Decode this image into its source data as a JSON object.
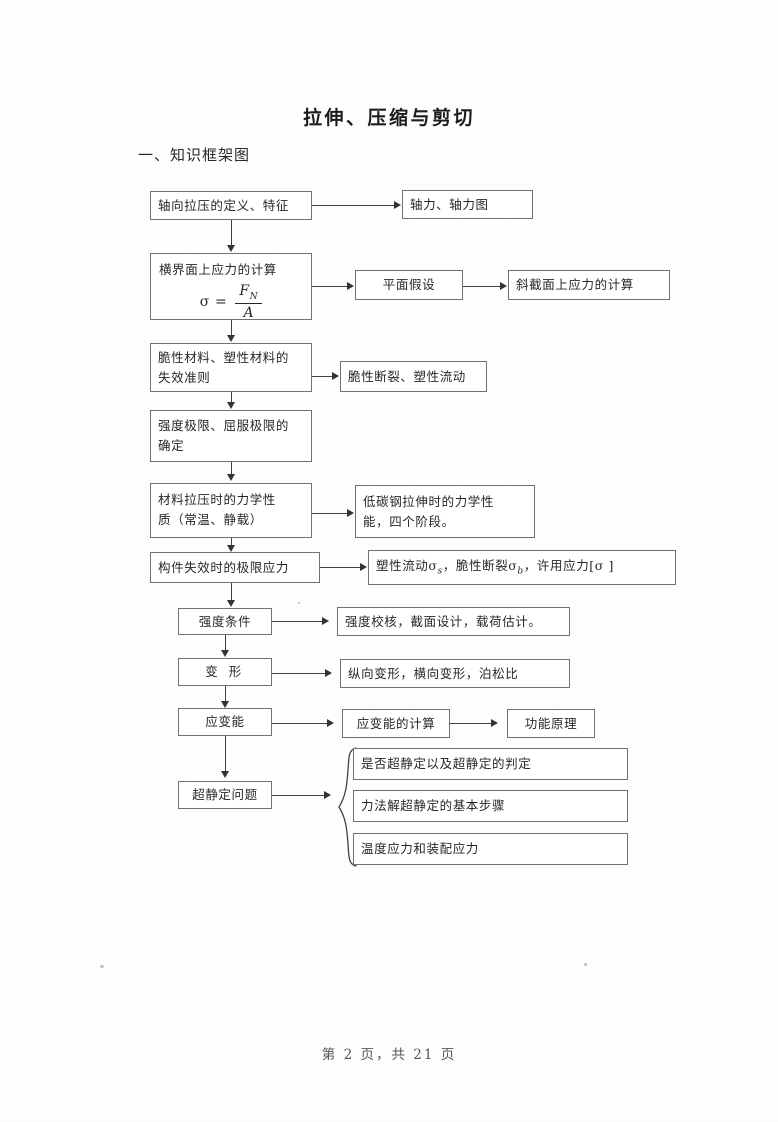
{
  "document": {
    "title": "拉伸、压缩与剪切",
    "section_heading": "一、知识框架图",
    "footer": "第 2 页，共 21 页"
  },
  "flowchart": {
    "nodes": [
      {
        "id": "n1",
        "label": "轴向拉压的定义、特征"
      },
      {
        "id": "n2",
        "label": "轴力、轴力图"
      },
      {
        "id": "n3",
        "label": "横界面上应力的计算",
        "formula": {
          "lhs": "σ",
          "eq": "=",
          "numerator": "F",
          "numerator_sub": "N",
          "denominator": "A"
        }
      },
      {
        "id": "n4",
        "label": "平面假设"
      },
      {
        "id": "n5",
        "label": "斜截面上应力的计算"
      },
      {
        "id": "n6",
        "line1": "脆性材料、塑性材料的",
        "line2": "失效准则"
      },
      {
        "id": "n7",
        "label": "脆性断裂、塑性流动"
      },
      {
        "id": "n8",
        "line1": "强度极限、屈服极限的",
        "line2": "确定"
      },
      {
        "id": "n9",
        "line1": "材料拉压时的力学性",
        "line2": "质（常温、静载）"
      },
      {
        "id": "n10",
        "line1": "低碳钢拉伸时的力学性",
        "line2": "能，四个阶段。"
      },
      {
        "id": "n11",
        "label": "构件失效时的极限应力"
      },
      {
        "id": "n12",
        "label": "塑性流动σ s ，脆性断裂σ b ，许用应力[σ ]",
        "parts": [
          "塑性流动",
          "σ",
          "s",
          "，脆性断裂",
          "σ",
          "b",
          "，许用应力[σ ]"
        ]
      },
      {
        "id": "n13",
        "label": "强度条件"
      },
      {
        "id": "n14",
        "label": "强度校核，截面设计，载荷估计。"
      },
      {
        "id": "n15",
        "label": "变 形"
      },
      {
        "id": "n16",
        "label": "纵向变形，横向变形，泊松比"
      },
      {
        "id": "n17",
        "label": "应变能"
      },
      {
        "id": "n18",
        "label": "应变能的计算"
      },
      {
        "id": "n19",
        "label": "功能原理"
      },
      {
        "id": "n20",
        "label": "超静定问题"
      },
      {
        "id": "n21",
        "label": "是否超静定以及超静定的判定"
      },
      {
        "id": "n22",
        "label": "力法解超静定的基本步骤"
      },
      {
        "id": "n23",
        "label": "温度应力和装配应力"
      }
    ]
  },
  "colors": {
    "paper": "#fdfdfd",
    "ink": "#24282c",
    "box_border": "#6d7278",
    "connector": "#3d4246"
  }
}
